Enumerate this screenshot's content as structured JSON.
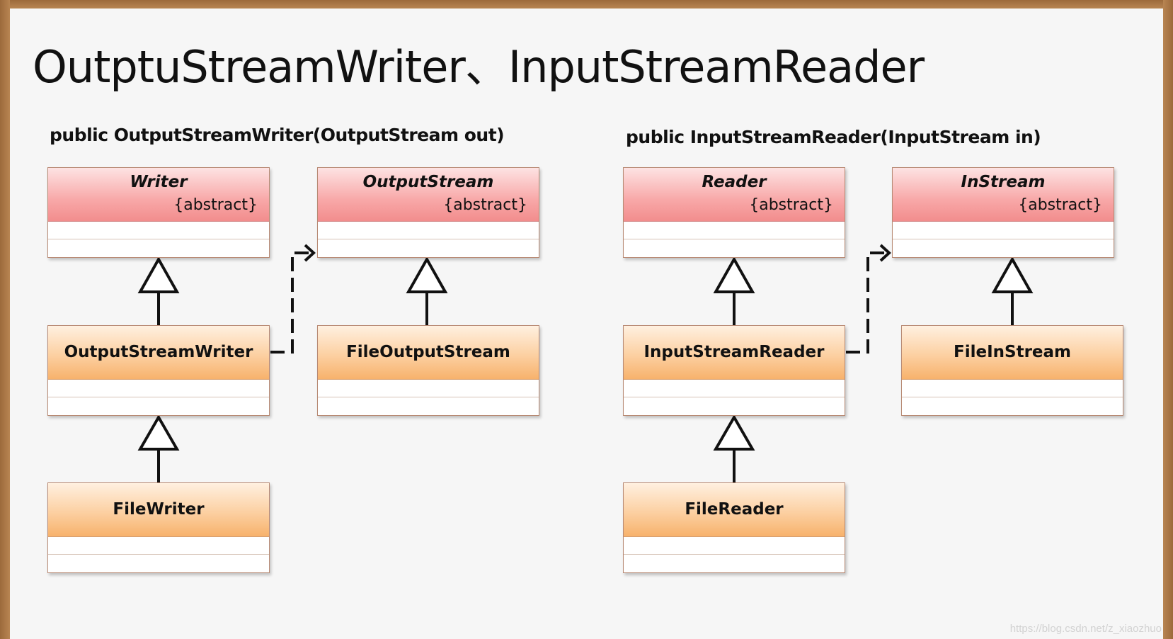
{
  "title": "OutptuStreamWriter、InputStreamReader",
  "left_signature": "public OutputStreamWriter(OutputStream out)",
  "right_signature": "public InputStreamReader(InputStream in)",
  "stereotype": "{abstract}",
  "classes": {
    "writer": "Writer",
    "outputstream": "OutputStream",
    "outputstreamwriter": "OutputStreamWriter",
    "fileoutputstream": "FileOutputStream",
    "filewriter": "FileWriter",
    "reader": "Reader",
    "instream": "InStream",
    "inputstreamreader": "InputStreamReader",
    "fileinstream": "FileInStream",
    "filereader": "FileReader"
  },
  "watermark": "https://blog.csdn.net/z_xiaozhuo"
}
